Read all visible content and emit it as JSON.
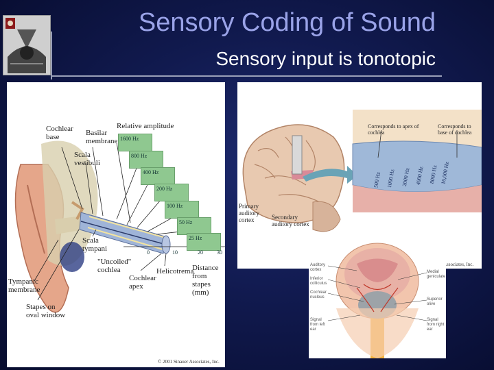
{
  "slide": {
    "title": "Sensory Coding of Sound",
    "subtitle": "Sensory input is tonotopic"
  },
  "cochlea_figure": {
    "labels": {
      "cochlear_base": "Cochlear base",
      "basilar_membrane": "Basilar membrane",
      "scala_vestibuli": "Scala vestibuli",
      "relative_amplitude": "Relative amplitude",
      "scala_tympani": "Scala tympani",
      "uncoiled_cochlea": "\"Uncoiled\" cochlea",
      "cochlear_apex": "Cochlear apex",
      "helicotrema": "Helicotrema",
      "distance_from_stapes": "Distance from stapes (mm)",
      "tympanic_membrane": "Tympanic membrane",
      "stapes_on_oval_window": "Stapes on oval window"
    },
    "frequencies": [
      "1600 Hz",
      "800 Hz",
      "400 Hz",
      "200 Hz",
      "100 Hz",
      "50 Hz",
      "25 Hz"
    ],
    "axis_ticks": [
      "0",
      "10",
      "20",
      "30"
    ],
    "copyright": "© 2001 Sinauer Associates, Inc."
  },
  "brain_figure": {
    "labels": {
      "apex": "Corresponds to apex of cochlea",
      "base": "Corresponds to base of cochlea",
      "primary": "Primary auditory cortex",
      "secondary": "Secondary auditory cortex"
    },
    "bands": [
      "500 Hz",
      "1000 Hz",
      "2000 Hz",
      "4000 Hz",
      "8000 Hz",
      "16,000 Hz"
    ],
    "credit": "Associates, Inc."
  },
  "pathway_figure": {
    "labels_left": [
      "Auditory cortex",
      "Inferior colliculus",
      "Cochlear nucleus",
      "Signal from left ear"
    ],
    "labels_right": [
      "Medial geniculate",
      "Superior olive",
      "Signal from right ear"
    ]
  },
  "colors": {
    "title": "#9aa3e8",
    "subtitle": "#ffffff",
    "background": "#111a4f"
  }
}
